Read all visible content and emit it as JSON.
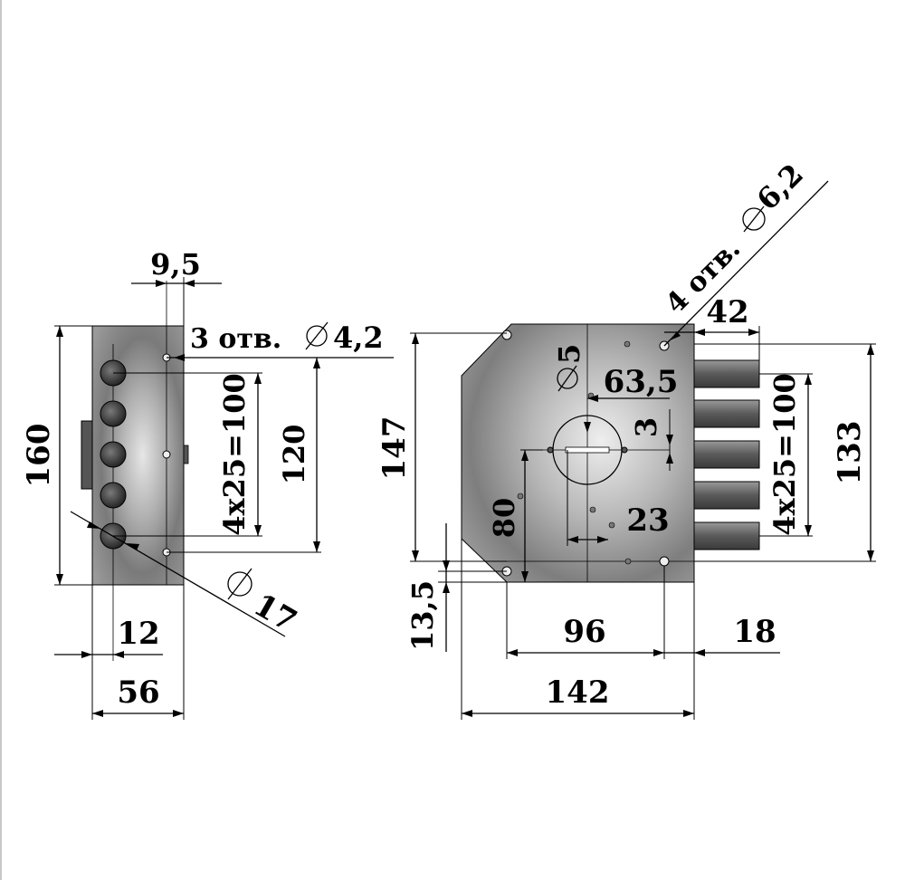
{
  "colors": {
    "line": "#000000",
    "metal_light": "#c4c4c4",
    "metal_dark": "#3a3a3a",
    "background": "#ffffff"
  },
  "side_view": {
    "dims": {
      "top_offset": "9,5",
      "holes_label": "3 отв.",
      "holes_diameter": "4,2",
      "height": "160",
      "hole_spacing": "4x25=100",
      "span": "120",
      "bolt_diameter": "17",
      "bolt_offset": "12",
      "width": "56"
    }
  },
  "front_view": {
    "dims": {
      "holes_label": "4 отв.",
      "holes_diameter": "6,2",
      "bolt_extension": "42",
      "key_diameter": "5",
      "key_offset": "63,5",
      "small_offset": "3",
      "key_span": "23",
      "height": "147",
      "bolt_spacing": "4x25=100",
      "right_height": "133",
      "key_height": "80",
      "bottom_offset": "13,5",
      "hole_spacing": "96",
      "bolt_length": "18",
      "width": "142"
    }
  }
}
